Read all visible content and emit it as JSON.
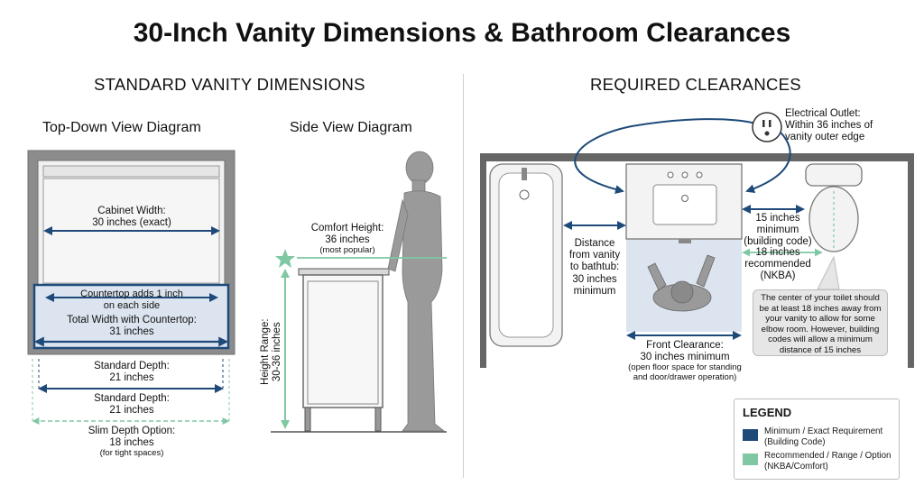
{
  "title": "30-Inch Vanity Dimensions & Bathroom Clearances",
  "left_section": {
    "heading": "STANDARD VANITY DIMENSIONS",
    "top_view_heading": "Top-Down View Diagram",
    "side_view_heading": "Side View Diagram",
    "cabinet_width": {
      "line1": "Cabinet Width:",
      "line2": "30 inches (exact)"
    },
    "countertop_note": {
      "line1": "Countertop adds 1 inch",
      "line2": "on each side"
    },
    "total_width": {
      "line1": "Total Width with Countertop:",
      "line2": "31 inches"
    },
    "depth_a": {
      "line1": "Standard Depth:",
      "line2": "21 inches"
    },
    "depth_b": {
      "line1": "Standard Depth:",
      "line2": "21 inches"
    },
    "slim_depth": {
      "line1": "Slim Depth Option:",
      "line2": "18 inches",
      "line3": "(for tight spaces)"
    },
    "comfort_height": {
      "line1": "Comfort Height:",
      "line2": "36 inches",
      "line3": "(most popular)"
    },
    "height_range": {
      "line1": "Height Range:",
      "line2": "30-36 inches"
    }
  },
  "right_section": {
    "heading": "REQUIRED CLEARANCES",
    "outlet": {
      "line1": "Electrical Outlet:",
      "line2": "Within 36 inches of",
      "line3": "vanity outer edge"
    },
    "bathtub_distance": {
      "line1": "Distance",
      "line2": "from vanity",
      "line3": "to bathtub:",
      "line4": "30 inches",
      "line5": "minimum"
    },
    "toilet_min": {
      "line1": "15 inches",
      "line2": "minimum",
      "line3": "(building code)"
    },
    "toilet_rec": {
      "line1": "18 inches",
      "line2": "recommended",
      "line3": "(NKBA)"
    },
    "callout": "The center of your toilet should be at least 18 inches away from your vanity to allow for some elbow room. However, building codes will allow a minimum distance of 15 inches",
    "front_clearance": {
      "line1": "Front Clearance:",
      "line2": "30 inches minimum",
      "line3": "(open floor space for standing",
      "line4": "and door/drawer operation)"
    }
  },
  "legend": {
    "title": "LEGEND",
    "items": [
      {
        "line1": "Minimum / Exact Requirement",
        "line2": "(Building Code)",
        "color": "#1e4a7a"
      },
      {
        "line1": "Recommended / Range / Option",
        "line2": "(NKBA/Comfort)",
        "color": "#7fc8a3"
      }
    ]
  },
  "colors": {
    "navy": "#1e4a7a",
    "green": "#7fc8a3",
    "gray": "#8c8c8c",
    "light_blue": "#dbe4ef"
  }
}
